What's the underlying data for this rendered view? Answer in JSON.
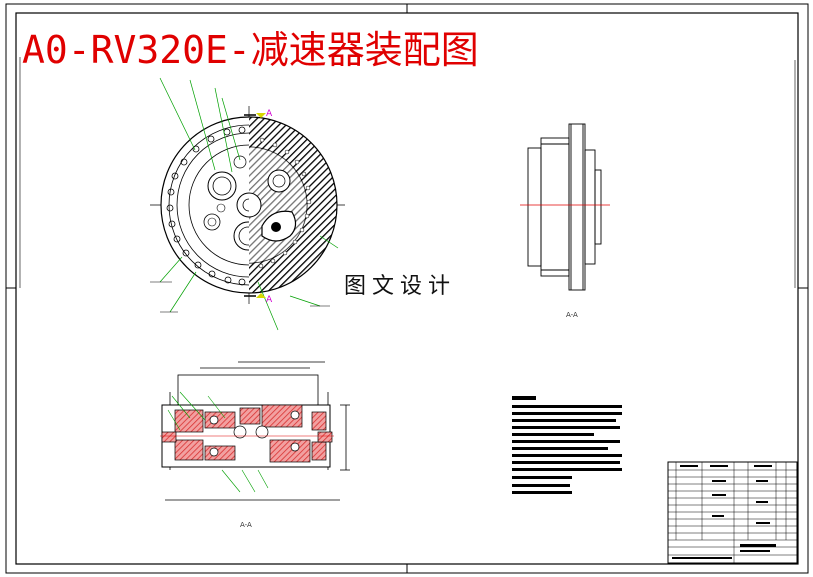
{
  "drawing": {
    "title": "A0-RV320E-减速器装配图",
    "watermark": "图文设计",
    "section_label_right": "A-A",
    "section_label_bottom": "A-A",
    "section_mark": "A"
  },
  "colors": {
    "title": "#e00000",
    "center_line": "#e00000",
    "leader": "#00a000",
    "section_mark": "#d200d2",
    "hatch_fill": "#e05050",
    "line": "#000000"
  }
}
